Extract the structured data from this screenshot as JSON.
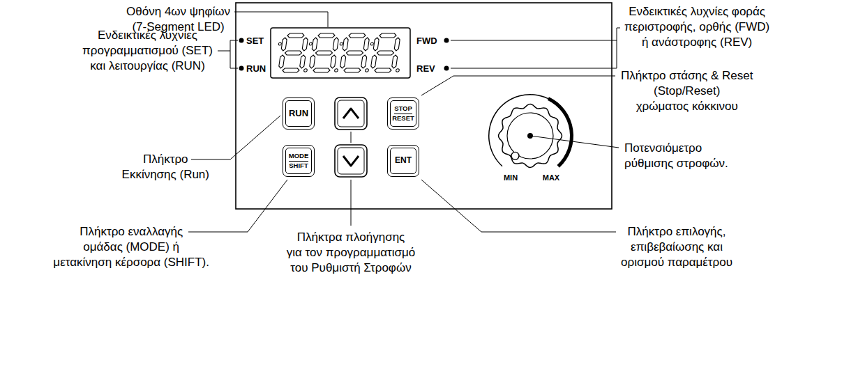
{
  "diagram": {
    "nodes": [
      {
        "text": [
          "RUN"
        ]
      },
      {
        "text": [
          "STOP",
          "RESET"
        ]
      },
      {
        "text": [
          "MODE",
          "SHIFT"
        ]
      },
      {
        "text": [
          "ENT"
        ]
      }
    ],
    "labels": [
      "Οθόνη 4ων ψηφίων (7-Segment LED)",
      "SET",
      "RUN",
      "FWD",
      "REV",
      "Ενδεικτικές λυχνίες προγραμματισμού (SET) και λειτουργίας (RUN)",
      "Ενδεικτικές λυχνίες φοράς περιστροφής, ορθής (FWD) ή ανάστροφης (REV)",
      "Πλήκτρο Εκκίνησης (Run)",
      "Πλήκτρο στάσης & Reset (Stop/Reset) χρώματος κόκκινου",
      "Ποτενσιόμετρο ρύθμισης στροφών.",
      "MIN",
      "MAX",
      "Πλήκτρο εναλλαγής ομάδας (MODE) ή μετακίνηση κέρσορα (SHIFT).",
      "Πλήκτρα πλοήγησης για τον προγραμματισμό του Ρυθμιστή Στροφών",
      "Πλήκτρο επιλογής, επιβεβαίωσης και ορισμού παραμέτρου"
    ]
  }
}
